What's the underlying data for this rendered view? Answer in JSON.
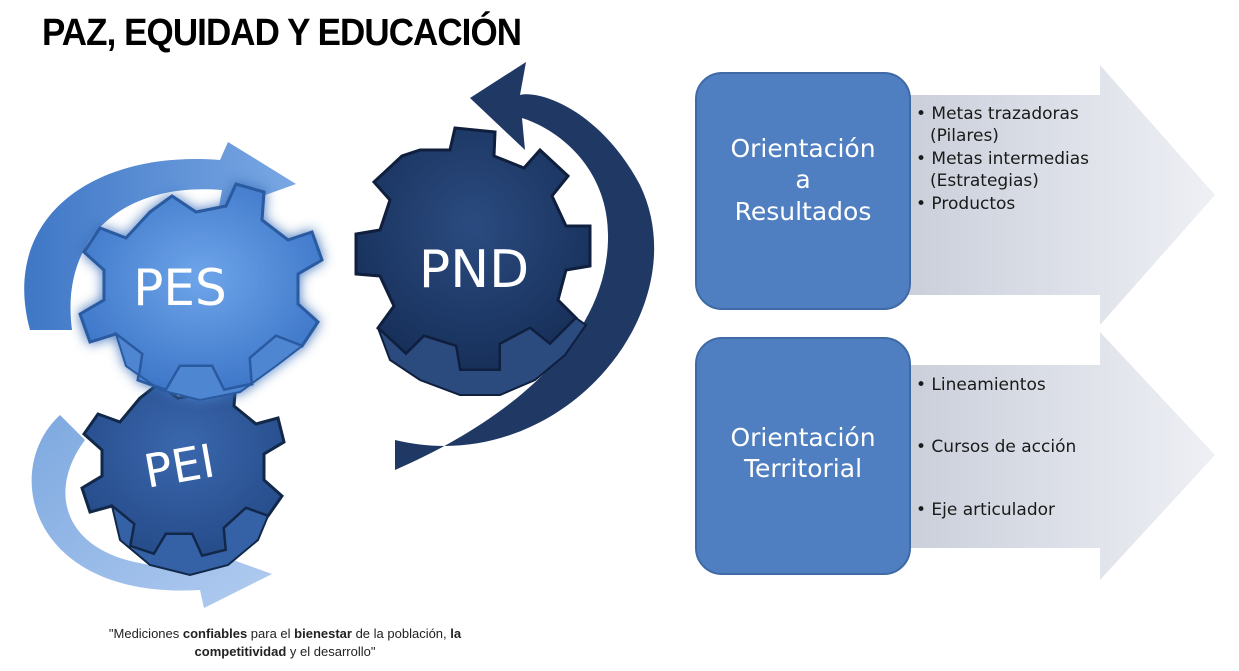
{
  "title": "PAZ, EQUIDAD Y EDUCACIÓN",
  "gears": {
    "pes": "PES",
    "pnd": "PND",
    "pei": "PEI"
  },
  "orientations": [
    {
      "label_lines": [
        "Orientación",
        "a",
        "Resultados"
      ],
      "bullets": [
        "• Metas trazadoras",
        "(Pilares)",
        "• Metas intermedias",
        "(Estrategias)",
        "• Productos"
      ]
    },
    {
      "label_lines": [
        "Orientación",
        "Territorial"
      ],
      "bullets": [
        "• Lineamientos",
        "• Cursos de acción",
        "• Eje articulador"
      ]
    }
  ],
  "caption": {
    "q_open": "\"Mediciones ",
    "b1": "confiables",
    "t2": " para el ",
    "b2": "bienestar",
    "t3": " de la población,  ",
    "b3": "la",
    "b4": "competitividad",
    "t5": " y el desarrollo\""
  },
  "colors": {
    "pes": "#4a86d4",
    "pnd": "#1f3864",
    "pei": "#2f5597",
    "box": "#4f7fc0",
    "arrow_bg": "#dfe3ec"
  }
}
